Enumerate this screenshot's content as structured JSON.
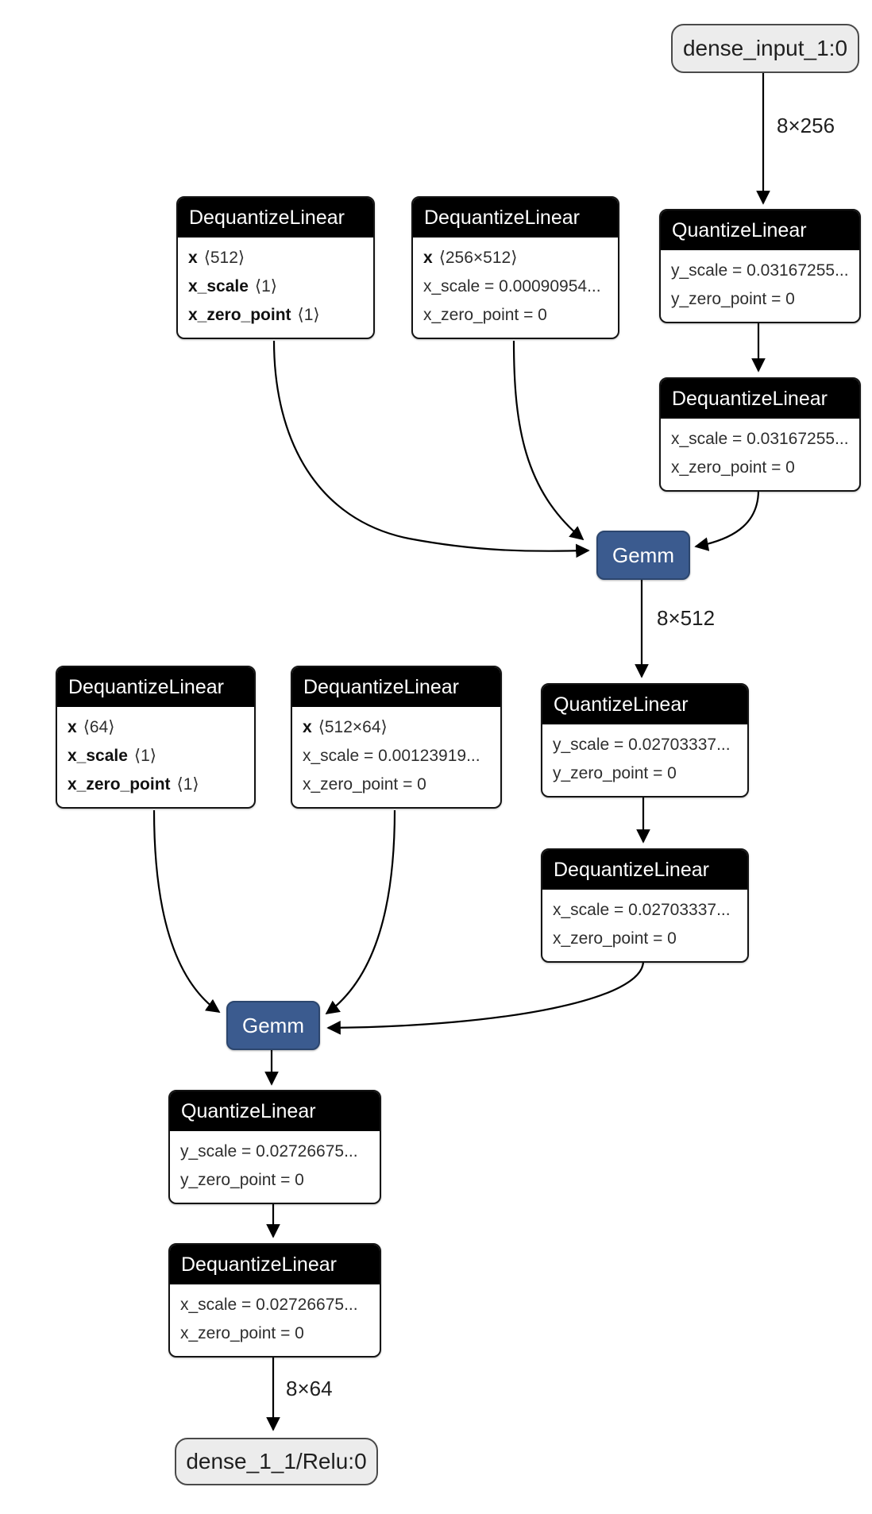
{
  "graph": {
    "terminals": {
      "input": "dense_input_1:0",
      "output": "dense_1_1/Relu:0"
    },
    "edge_labels": {
      "input_to_q1": "8×256",
      "gemm1_to_q2": "8×512",
      "dqb_to_output": "8×64"
    },
    "nodes": {
      "dq_w1": {
        "title": "DequantizeLinear",
        "rows": [
          {
            "b": "x",
            "t": "⟨512⟩"
          },
          {
            "b": "x_scale",
            "t": "⟨1⟩"
          },
          {
            "b": "x_zero_point",
            "t": "⟨1⟩"
          }
        ]
      },
      "dq_m1": {
        "title": "DequantizeLinear",
        "rows": [
          {
            "b": "x",
            "t": "⟨256×512⟩"
          },
          {
            "b": "",
            "t": "x_scale = 0.00090954..."
          },
          {
            "b": "",
            "t": "x_zero_point = 0"
          }
        ]
      },
      "q1": {
        "title": "QuantizeLinear",
        "rows": [
          {
            "b": "",
            "t": "y_scale = 0.03167255..."
          },
          {
            "b": "",
            "t": "y_zero_point = 0"
          }
        ]
      },
      "dq_a1": {
        "title": "DequantizeLinear",
        "rows": [
          {
            "b": "",
            "t": "x_scale = 0.03167255..."
          },
          {
            "b": "",
            "t": "x_zero_point = 0"
          }
        ]
      },
      "gemm1": {
        "title": "Gemm"
      },
      "q2": {
        "title": "QuantizeLinear",
        "rows": [
          {
            "b": "",
            "t": "y_scale = 0.02703337..."
          },
          {
            "b": "",
            "t": "y_zero_point = 0"
          }
        ]
      },
      "dq_a2": {
        "title": "DequantizeLinear",
        "rows": [
          {
            "b": "",
            "t": "x_scale = 0.02703337..."
          },
          {
            "b": "",
            "t": "x_zero_point = 0"
          }
        ]
      },
      "dq_w2": {
        "title": "DequantizeLinear",
        "rows": [
          {
            "b": "x",
            "t": "⟨64⟩"
          },
          {
            "b": "x_scale",
            "t": "⟨1⟩"
          },
          {
            "b": "x_zero_point",
            "t": "⟨1⟩"
          }
        ]
      },
      "dq_m2": {
        "title": "DequantizeLinear",
        "rows": [
          {
            "b": "x",
            "t": "⟨512×64⟩"
          },
          {
            "b": "",
            "t": "x_scale = 0.00123919..."
          },
          {
            "b": "",
            "t": "x_zero_point = 0"
          }
        ]
      },
      "gemm2": {
        "title": "Gemm"
      },
      "q3": {
        "title": "QuantizeLinear",
        "rows": [
          {
            "b": "",
            "t": "y_scale = 0.02726675..."
          },
          {
            "b": "",
            "t": "y_zero_point = 0"
          }
        ]
      },
      "dq_b": {
        "title": "DequantizeLinear",
        "rows": [
          {
            "b": "",
            "t": "x_scale = 0.02726675..."
          },
          {
            "b": "",
            "t": "x_zero_point = 0"
          }
        ]
      }
    },
    "colors": {
      "node_header": "#000000",
      "node_border": "#141414",
      "gemm_fill": "#3b5b8f",
      "gemm_border": "#2c466e",
      "terminal_fill": "#ececec",
      "terminal_border": "#4a4a4a",
      "edge": "#000000",
      "background": "#ffffff"
    }
  }
}
